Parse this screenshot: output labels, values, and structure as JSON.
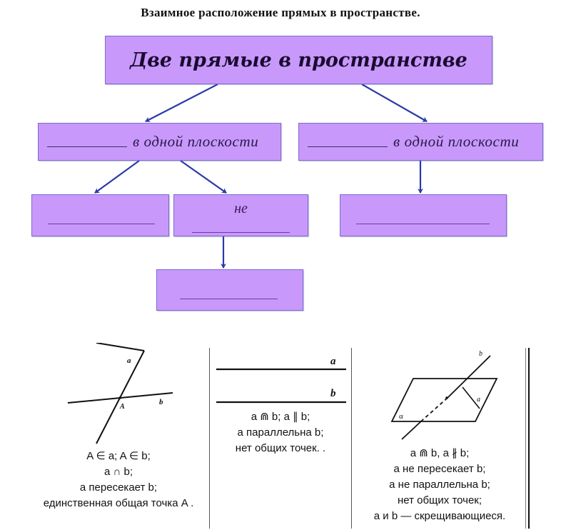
{
  "title": "Взаимное расположение прямых в пространстве.",
  "diagram": {
    "root": {
      "label": "Две прямые в пространстве"
    },
    "level2": [
      {
        "blank": "__________",
        "label": "в одной плоскости"
      },
      {
        "blank": "__________",
        "label": "в одной плоскости"
      }
    ],
    "level3": [
      {
        "label": "",
        "blank": "____________"
      },
      {
        "label": "не",
        "blank": "____________"
      },
      {
        "label": "",
        "blank": "____________"
      }
    ],
    "level4": [
      {
        "label": "",
        "blank": "____________"
      }
    ],
    "colors": {
      "box_fill": "#c899fb",
      "box_border": "#7a6ad0",
      "arrow": "#2a3aa8"
    }
  },
  "examples": [
    {
      "figure": {
        "line_a": "a",
        "line_b": "b",
        "point": "A"
      },
      "caption": [
        "A ∈ a; A ∈ b;",
        "a ∩ b;",
        "a пересекает b;",
        "единственная общая точка A ."
      ]
    },
    {
      "figure": {
        "line_a": "a",
        "line_b": "b"
      },
      "caption": [
        "a ⋒ b; a ∥ b;",
        "a параллельна b;",
        "нет общих точек. ."
      ]
    },
    {
      "figure": {
        "line_b": "b",
        "line_a": "a",
        "plane": "α"
      },
      "caption": [
        "a ⋒ b, a ∦ b;",
        "a не пересекает b;",
        "a не параллельна b;",
        "нет общих точек;",
        "a и b — скрещивающиеся."
      ]
    }
  ]
}
